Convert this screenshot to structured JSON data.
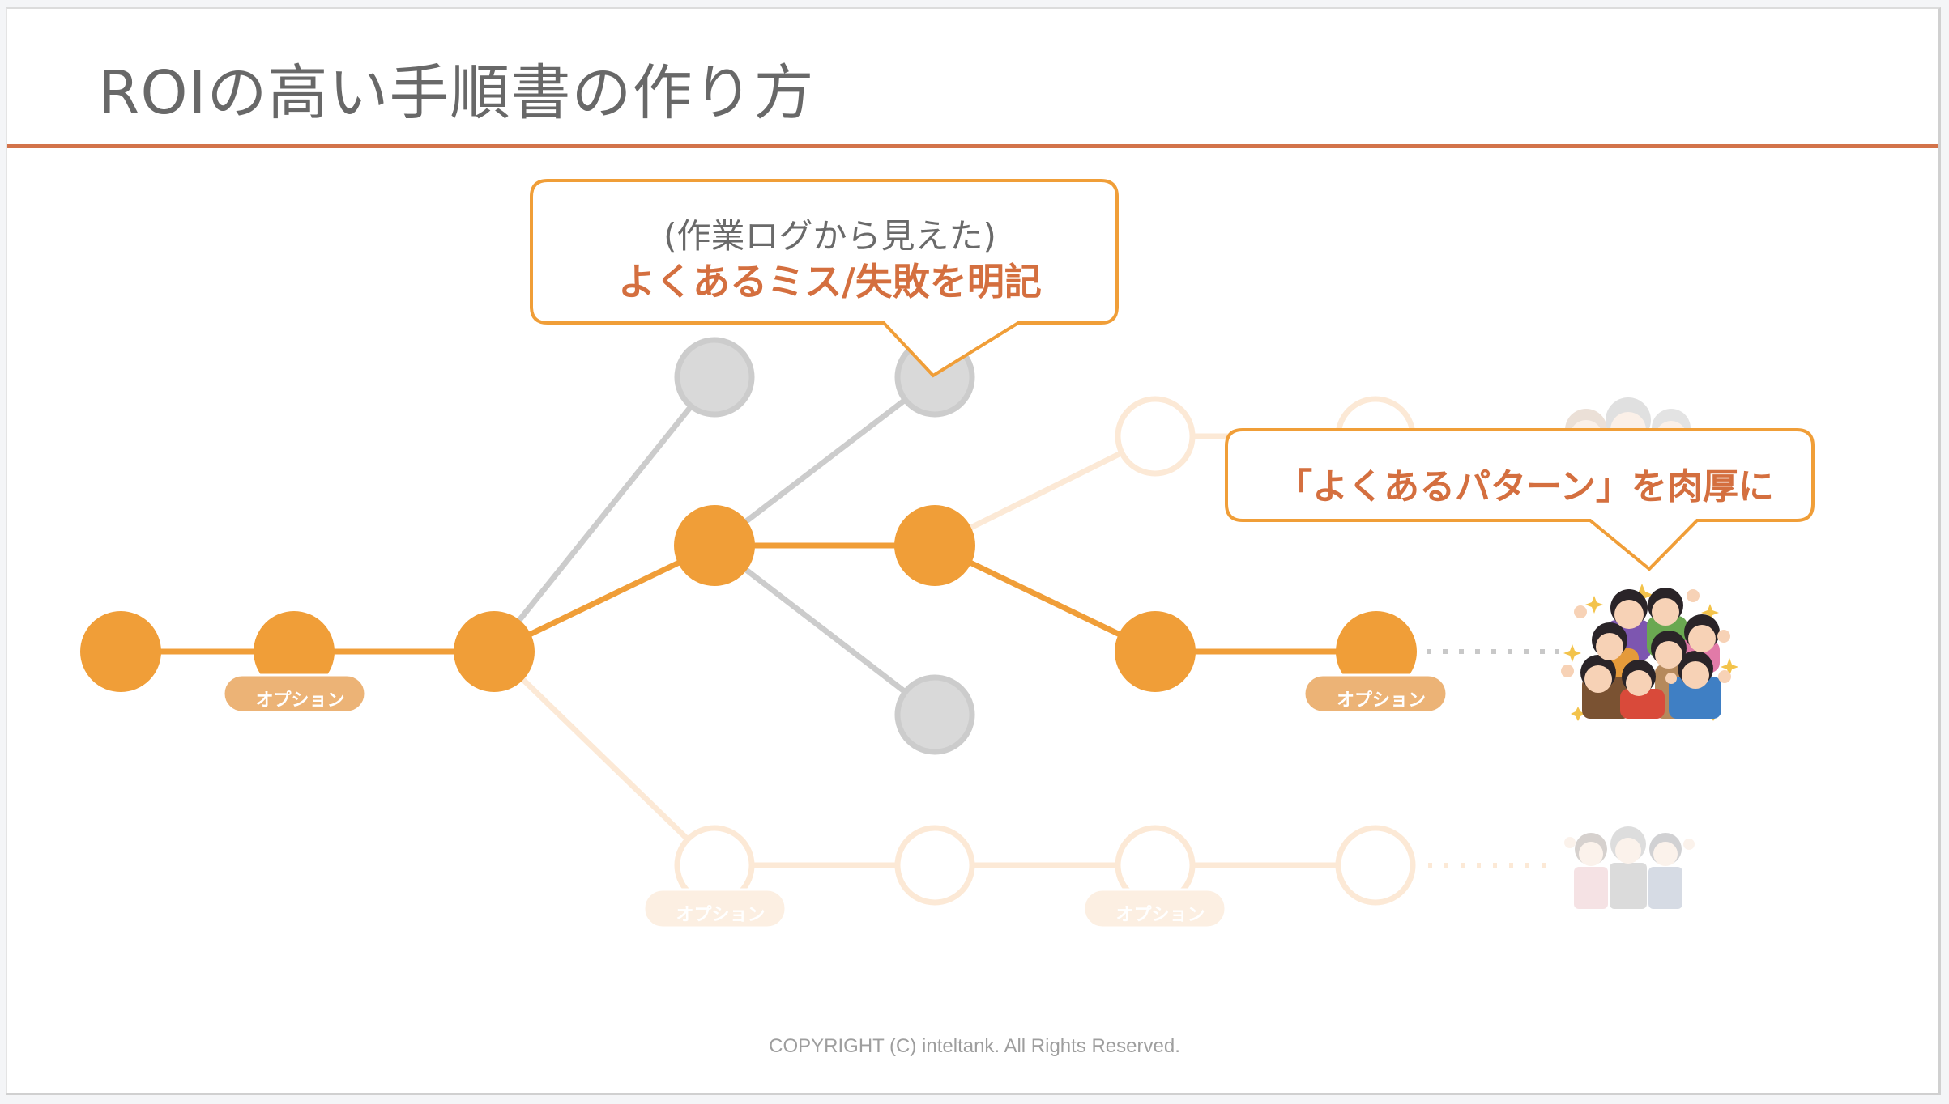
{
  "slide": {
    "title": "ROIの高い手順書の作り方",
    "footer": "COPYRIGHT (C) inteltank. All Rights Reserved."
  },
  "callouts": [
    {
      "line1": "(作業ログから見えた)",
      "line2": "よくあるミス/失敗を明記"
    },
    {
      "line1": "「よくあるパターン」を肉厚に"
    }
  ],
  "option_label": "オプション",
  "colors": {
    "accent_orange": "#f09e38",
    "title_rule": "#d3734a",
    "callout_text": "#d46f3f",
    "gray_node_fill": "#d9d9d9",
    "gray_node_stroke": "#cccccc",
    "faint_orange": "#fce9d6",
    "pill": "#ecb376",
    "pill_faint": "#fcefe2"
  },
  "icons": {
    "happy_crowd": "happy-crowd-illustration",
    "faded_crowd_top": "faded-crowd-illustration",
    "faded_crowd_bottom": "faded-business-crowd-illustration"
  }
}
